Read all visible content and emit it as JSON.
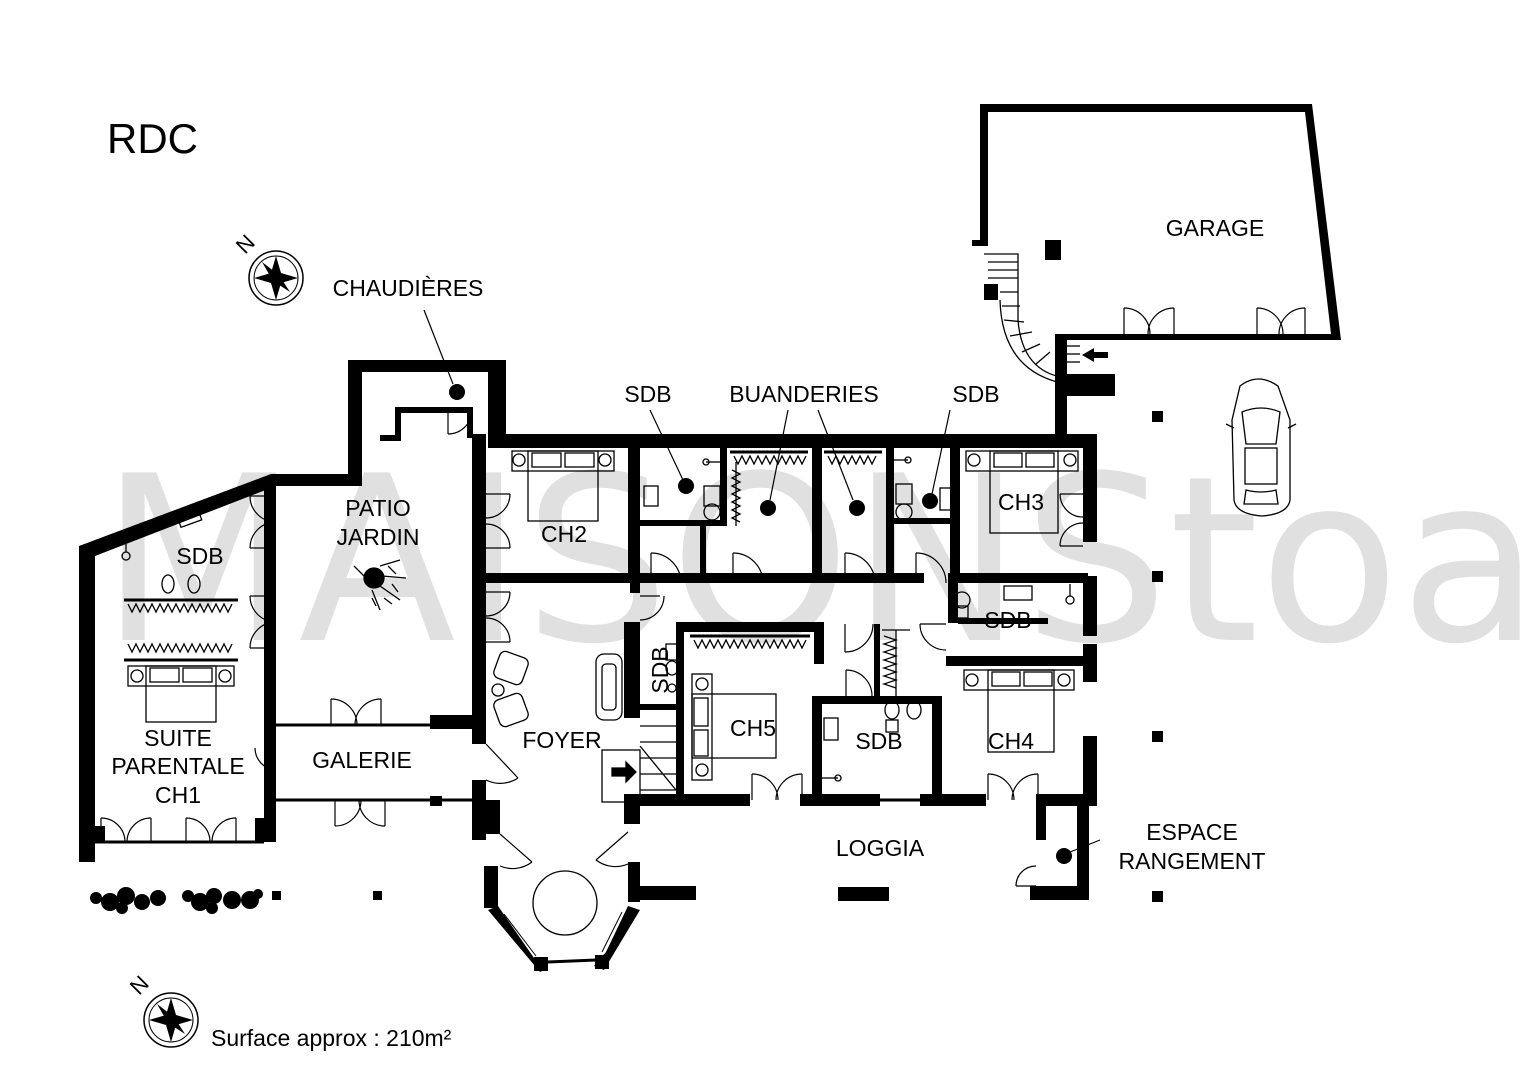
{
  "plan": {
    "level_title": "RDC",
    "watermark": "MAISONStoane",
    "surface": "Surface approx : 210m²",
    "rooms": {
      "chaudieres": "CHAUDIÈRES",
      "patio_line1": "PATIO",
      "patio_line2": "JARDIN",
      "sdb_suite": "SDB",
      "suite_line1": "SUITE",
      "suite_line2": "PARENTALE",
      "suite_line3": "CH1",
      "galerie": "GALERIE",
      "foyer": "FOYER",
      "ch2": "CH2",
      "sdb_top_left": "SDB",
      "buanderies": "BUANDERIES",
      "sdb_top_right": "SDB",
      "ch3": "CH3",
      "garage": "GARAGE",
      "sdb_right": "SDB",
      "sdb_vertical": "SDB",
      "ch5": "CH5",
      "sdb_center": "SDB",
      "ch4": "CH4",
      "loggia": "LOGGIA",
      "espace_line1": "ESPACE",
      "espace_line2": "RANGEMENT"
    },
    "compass_letter": "N"
  }
}
